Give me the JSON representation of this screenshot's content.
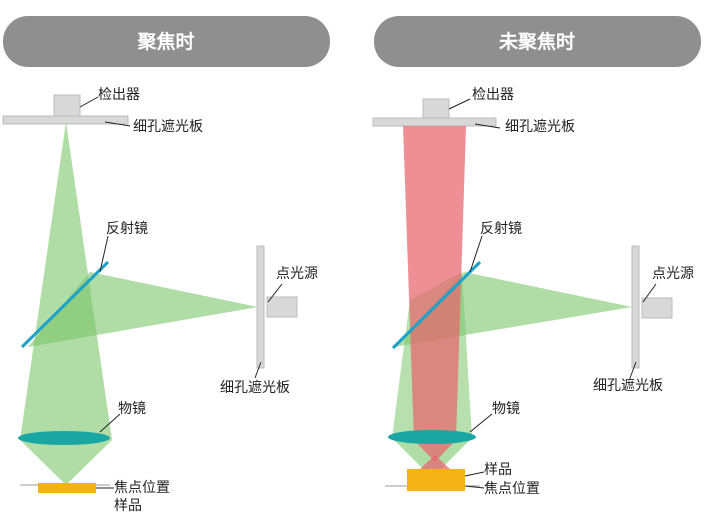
{
  "colors": {
    "header_bg": "#8f8f8f",
    "plate": "#d8d8d8",
    "plate_stroke": "#bdbdbd",
    "green_beam": "#7cc66b",
    "red_beam": "#e8646e",
    "mirror": "#1ea3c8",
    "lens": "#1aa7a3",
    "sample": "#f5b214",
    "leader": "#222222"
  },
  "focused": {
    "header": "聚焦时",
    "labels": {
      "detector": "检出器",
      "pinhole_top": "细孔遮光板",
      "mirror": "反射镜",
      "light_source": "点光源",
      "pinhole_side": "细孔遮光板",
      "objective": "物镜",
      "focal_position": "焦点位置",
      "sample": "样品"
    }
  },
  "unfocused": {
    "header": "未聚焦时",
    "labels": {
      "detector": "检出器",
      "pinhole_top": "细孔遮光板",
      "mirror": "反射镜",
      "light_source": "点光源",
      "pinhole_side": "细孔遮光板",
      "objective": "物镜",
      "sample": "样品",
      "focal_position": "焦点位置"
    }
  }
}
